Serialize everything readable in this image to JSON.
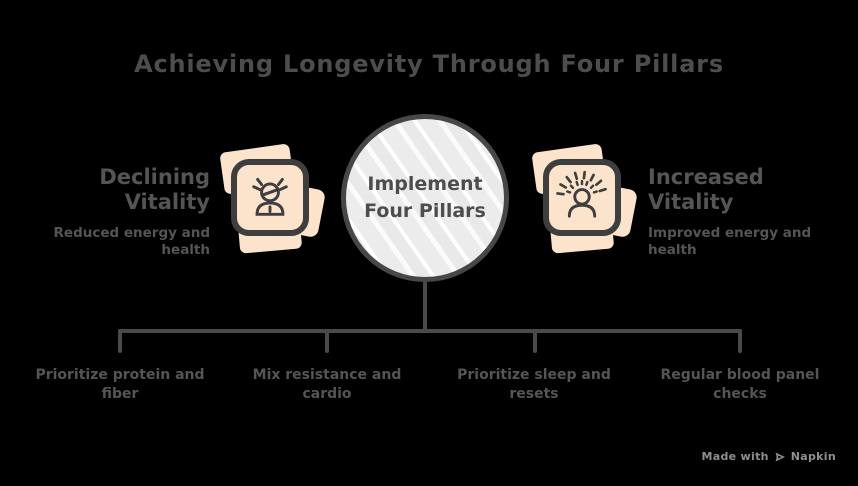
{
  "colors": {
    "background": "#000000",
    "title_text": "#4d4d4d",
    "body_text": "#555555",
    "line": "#4a4a4a",
    "circle_fill": "#ececec",
    "circle_border": "#474747",
    "icon_bg": "#fce4cc",
    "icon_stroke": "#3e3e3e",
    "watermark_text": "#8f8f8f"
  },
  "title": "Achieving Longevity Through Four Pillars",
  "center_node": {
    "label": "Implement\nFour Pillars"
  },
  "left_node": {
    "title": "Declining\nVitality",
    "subtitle": "Reduced energy and\nhealth",
    "icon": "stressed-person-icon"
  },
  "right_node": {
    "title": "Increased\nVitality",
    "subtitle": "Improved energy and\nhealth",
    "icon": "radiant-person-icon"
  },
  "pillars": [
    "Prioritize protein and\nfiber",
    "Mix resistance and\ncardio",
    "Prioritize sleep and\nresets",
    "Regular blood panel\nchecks"
  ],
  "watermark": {
    "prefix": "Made with",
    "brand": "Napkin"
  }
}
